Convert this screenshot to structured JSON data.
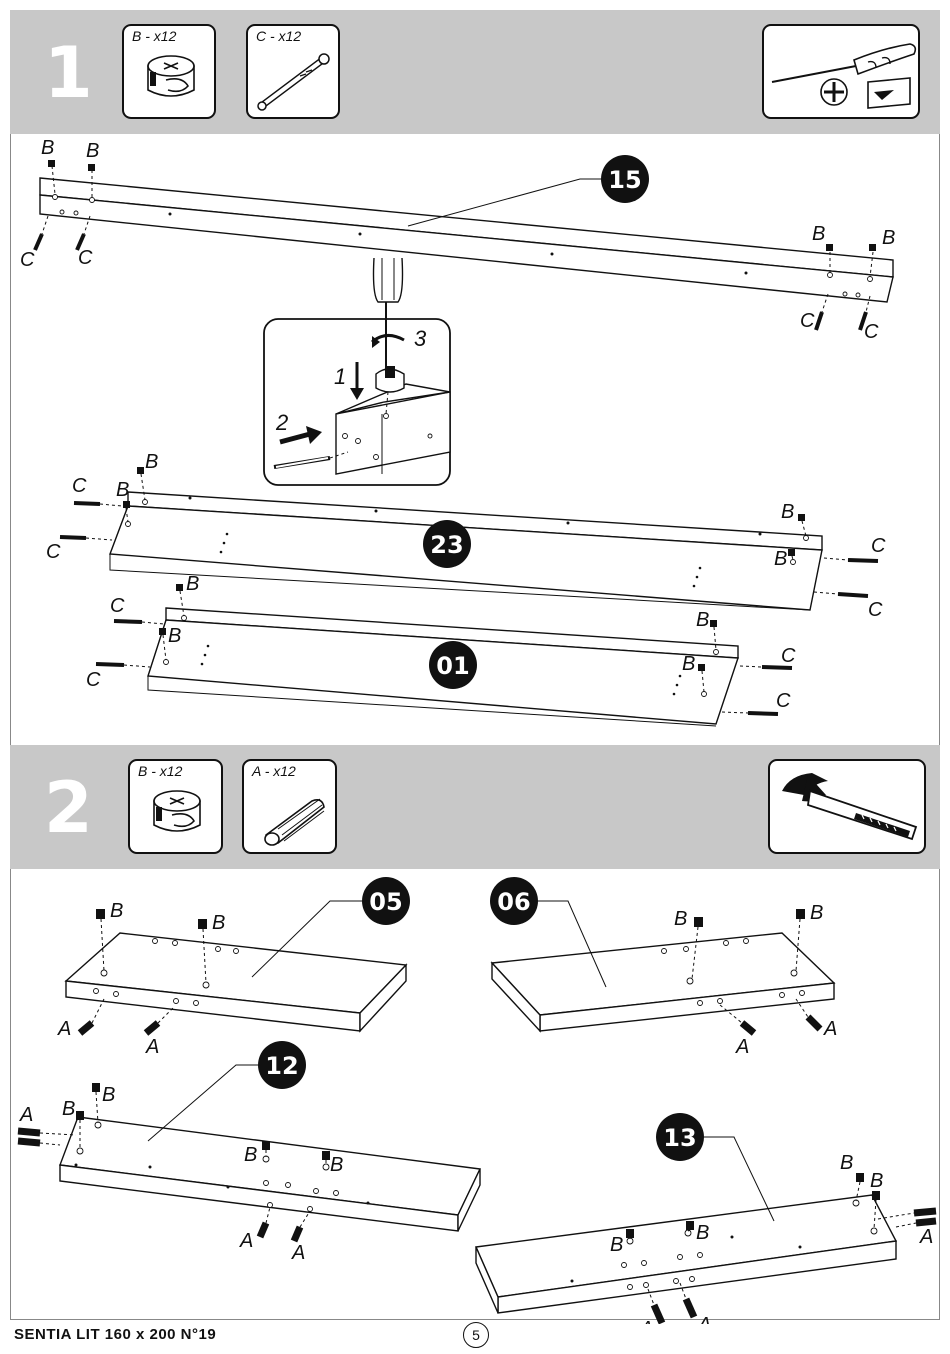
{
  "step1": {
    "number": "1",
    "hardware": [
      {
        "label": "B - x12",
        "icon": "cam-lock-icon"
      },
      {
        "label": "C - x12",
        "icon": "cam-bolt-icon"
      }
    ],
    "tools_icon": "screwdriver-icon",
    "parts": [
      "15",
      "23",
      "01"
    ],
    "sequence": [
      "1",
      "2",
      "3"
    ],
    "letters": {
      "B": "B",
      "C": "C"
    }
  },
  "step2": {
    "number": "2",
    "hardware": [
      {
        "label": "B - x12",
        "icon": "cam-lock-icon"
      },
      {
        "label": "A - x12",
        "icon": "wood-dowel-icon"
      }
    ],
    "tools_icon": "hammer-icon",
    "parts": [
      "05",
      "06",
      "12",
      "13"
    ],
    "letters": {
      "A": "A",
      "B": "B"
    }
  },
  "footer": {
    "title": "SENTIA LIT 160 x 200 N°19",
    "page": "5"
  }
}
